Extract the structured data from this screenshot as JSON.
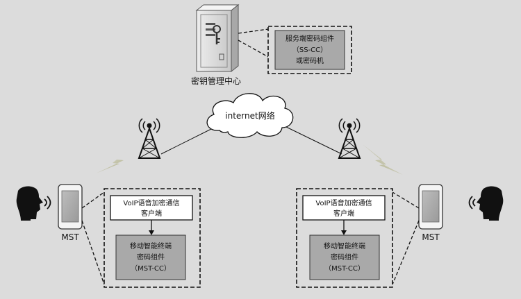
{
  "server": {
    "label": "密钥管理中心",
    "callout_lines": [
      "服务端密码组件",
      "（SS-CC）",
      "或密码机"
    ]
  },
  "cloud": {
    "label": "internet网络"
  },
  "left": {
    "device_label": "MST",
    "client_lines": [
      "VoIP语音加密通信",
      "客户端"
    ],
    "crypto_lines": [
      "移动智能终端",
      "密码组件",
      "（MST-CC）"
    ]
  },
  "right": {
    "device_label": "MST",
    "client_lines": [
      "VoIP语音加密通信",
      "客户端"
    ],
    "crypto_lines": [
      "移动智能终端",
      "密码组件",
      "（MST-CC）"
    ]
  },
  "colors": {
    "background": "#dcdcdc",
    "box_fill": "#a9a9a9",
    "lightning": "#a0a060",
    "line": "#111111"
  }
}
